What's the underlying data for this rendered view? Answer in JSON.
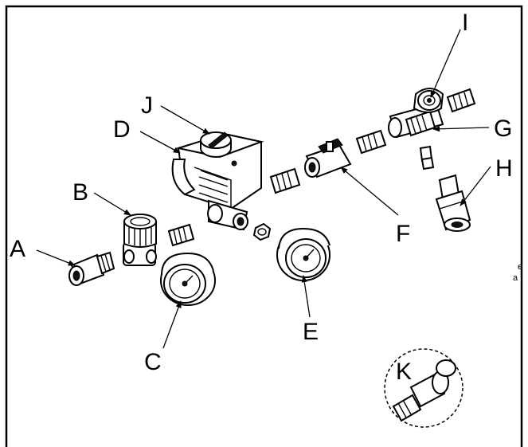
{
  "labels": {
    "a": "A",
    "b": "B",
    "c": "C",
    "d": "D",
    "e": "E",
    "f": "F",
    "g": "G",
    "h": "H",
    "i": "I",
    "j": "J",
    "k": "K"
  },
  "clipped_text": {
    "line1": "e",
    "line2": "a"
  },
  "colors": {
    "ink": "#000000",
    "paper": "#ffffff"
  }
}
